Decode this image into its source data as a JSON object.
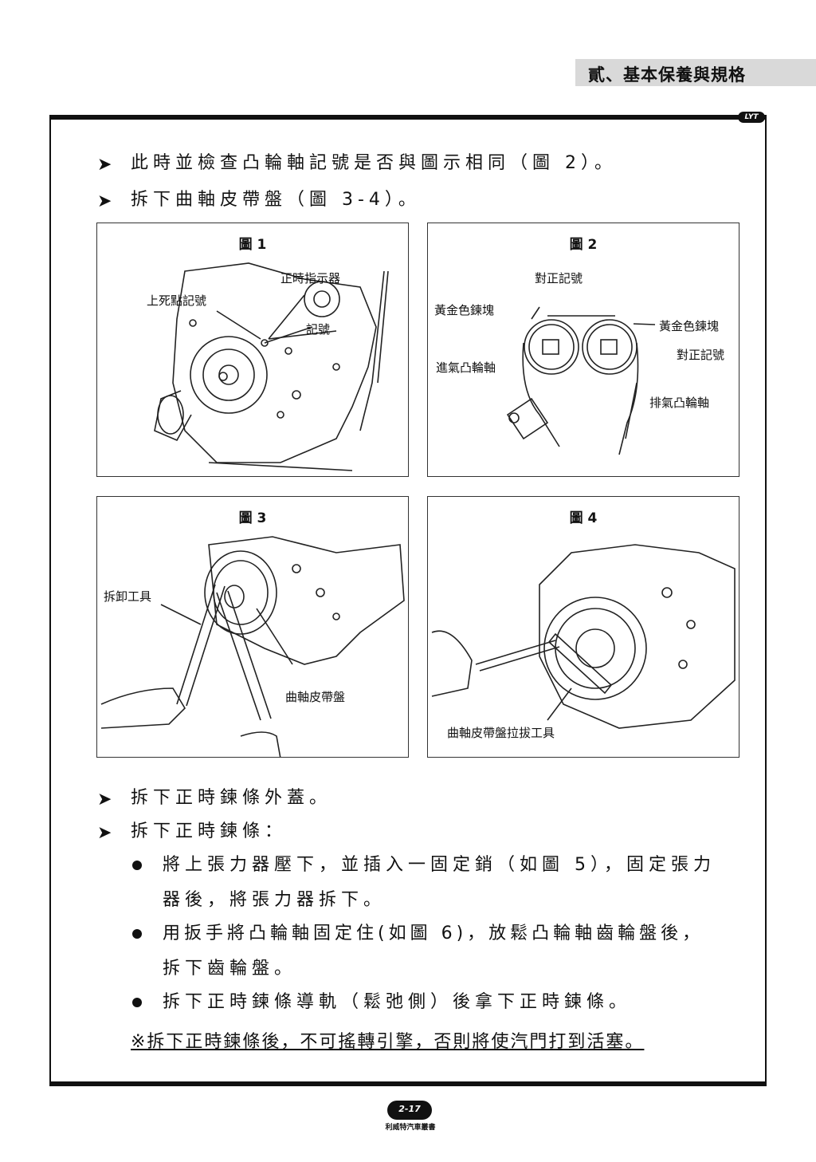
{
  "header": {
    "chapter": "貳、基本保養與規格",
    "logo": "LYT"
  },
  "intro": [
    "此時並檢查凸輪軸記號是否與圖示相同（圖 2）。",
    "拆下曲軸皮帶盤（圖 3-4）。"
  ],
  "figures": {
    "fig1": {
      "title": "圖 1",
      "labels": {
        "tdc_mark": "上死點記號",
        "timing_indicator": "正時指示器",
        "mark": "記號"
      }
    },
    "fig2": {
      "title": "圖 2",
      "labels": {
        "align_mark_top": "對正記號",
        "gold_link_left": "黃金色鍊塊",
        "intake_cam": "進氣凸輪軸",
        "gold_link_right": "黃金色鍊塊",
        "align_mark_right": "對正記號",
        "exhaust_cam": "排氣凸輪軸"
      }
    },
    "fig3": {
      "title": "圖 3",
      "labels": {
        "removal_tool": "拆卸工具",
        "crank_pulley": "曲軸皮帶盤"
      }
    },
    "fig4": {
      "title": "圖 4",
      "labels": {
        "puller": "曲軸皮帶盤拉拔工具"
      }
    }
  },
  "steps": [
    "拆下正時鍊條外蓋。",
    "拆下正時鍊條："
  ],
  "substeps": {
    "s1_line1": "將上張力器壓下，並插入一固定銷（如圖 5），固定張力",
    "s1_line2": "器後，將張力器拆下。",
    "s2_line1": "用扳手將凸輪軸固定住(如圖 6)，放鬆凸輪軸齒輪盤後，",
    "s2_line2": "拆下齒輪盤。",
    "s3_line1": "拆下正時鍊條導軌（鬆弛側）後拿下正時鍊條。"
  },
  "warning": "※拆下正時鍊條後，不可搖轉引擎，否則將使汽門打到活塞。",
  "footer": {
    "page": "2-17",
    "publisher": "利威特汽車叢書"
  },
  "icons": {
    "bullet_arrow": "arrow-bullet-icon",
    "bullet_dot": "dot-bullet-icon"
  }
}
